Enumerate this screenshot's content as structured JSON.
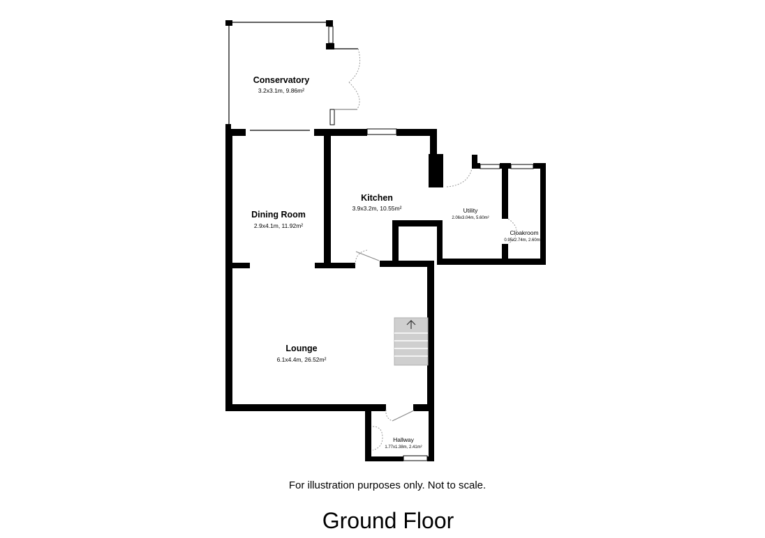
{
  "rooms": {
    "conservatory": {
      "name": "Conservatory",
      "dims": "3.2x3.1m, 9.86m²"
    },
    "dining": {
      "name": "Dining Room",
      "dims": "2.9x4.1m, 11.92m²"
    },
    "kitchen": {
      "name": "Kitchen",
      "dims": "3.9x3.2m, 10.55m²"
    },
    "utility": {
      "name": "Utility",
      "dims": "2.06x3.04m, 5.60m²"
    },
    "cloakroom": {
      "name": "Cloakroom",
      "dims": "0.95x2.74m, 2.60m²"
    },
    "lounge": {
      "name": "Lounge",
      "dims": "6.1x4.4m, 26.52m²"
    },
    "hallway": {
      "name": "Hallway",
      "dims": "1.77x1.38m, 2.41m²"
    }
  },
  "stairs_icon": "up-arrow-icon",
  "disclaimer": "For illustration purposes only. Not to scale.",
  "floor_title": "Ground Floor"
}
